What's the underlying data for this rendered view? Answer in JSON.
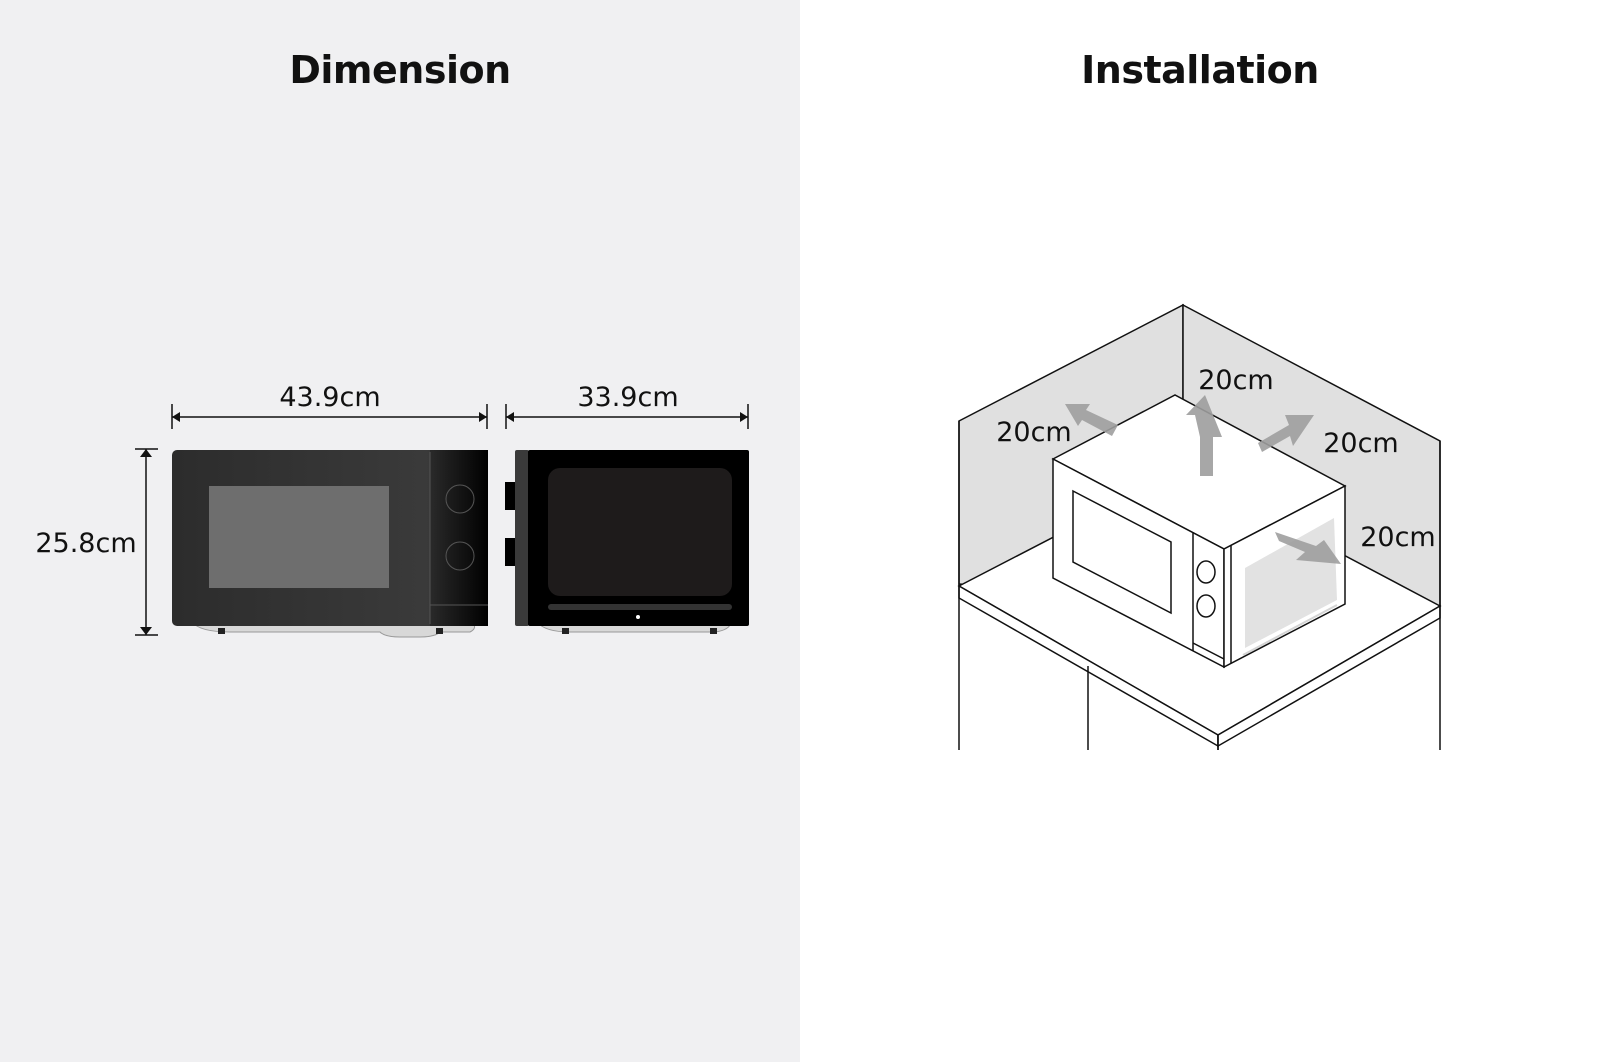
{
  "dimension": {
    "title": "Dimension",
    "width_label": "43.9cm",
    "depth_label": "33.9cm",
    "height_label": "25.8cm"
  },
  "installation": {
    "title": "Installation",
    "clearance_left_label": "20cm",
    "clearance_top_label": "20cm",
    "clearance_back_label": "20cm",
    "clearance_right_label": "20cm"
  },
  "colors": {
    "left_background": "#f0f0f2",
    "right_background": "#ffffff",
    "wall_fill": "#e0e0e0",
    "arrow_fill": "#9e9e9e",
    "appliance_body": "#2e2e2e",
    "window_fill": "#6e6e6e"
  }
}
